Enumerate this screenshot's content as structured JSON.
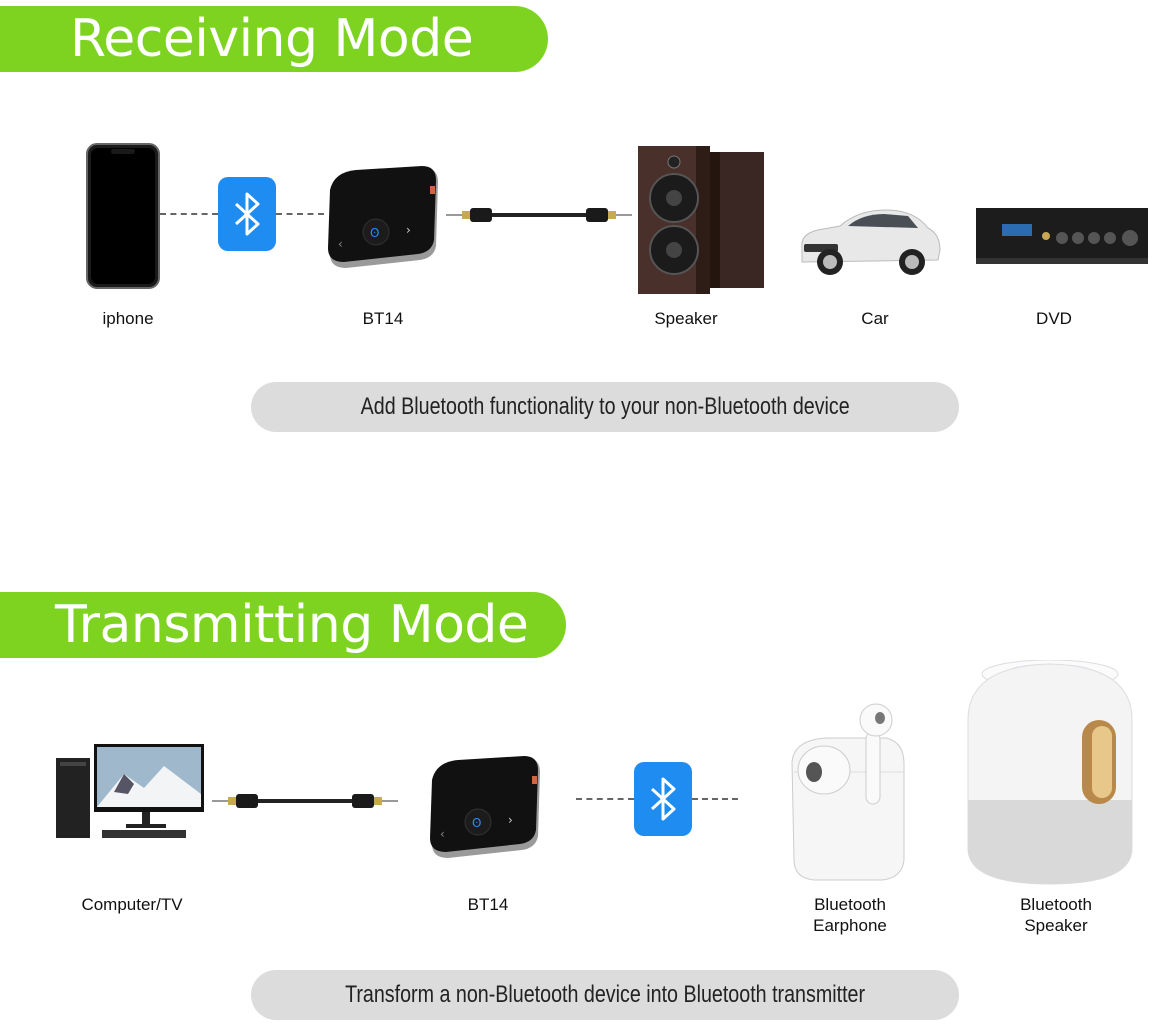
{
  "receiving": {
    "title": "Receiving Mode",
    "labels": {
      "iphone": "iphone",
      "bt14": "BT14",
      "speaker": "Speaker",
      "car": "Car",
      "dvd": "DVD"
    },
    "description": "Add Bluetooth functionality to your non-Bluetooth device"
  },
  "transmitting": {
    "title": "Transmitting Mode",
    "labels": {
      "computer": "Computer/TV",
      "bt14": "BT14",
      "earphone_line1": "Bluetooth",
      "earphone_line2": "Earphone",
      "speaker_line1": "Bluetooth",
      "speaker_line2": "Speaker"
    },
    "description": "Transform a non-Bluetooth device into Bluetooth transmitter"
  },
  "colors": {
    "banner_green": "#7ed321",
    "bluetooth_blue": "#1f8cf2",
    "pill_gray": "#dcdcdc"
  },
  "icons": [
    "bluetooth-icon",
    "phone-icon",
    "adapter-icon",
    "aux-cable-icon",
    "speaker-icon",
    "car-icon",
    "amplifier-icon",
    "computer-icon",
    "earphone-icon",
    "smart-speaker-icon"
  ]
}
